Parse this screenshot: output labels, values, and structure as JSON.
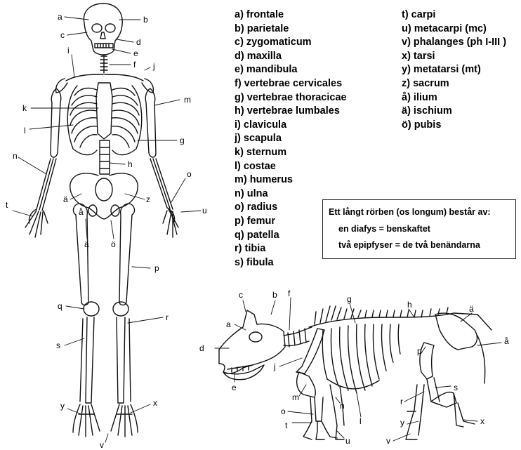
{
  "legend_left": [
    "a) frontale",
    "b) parietale",
    "c) zygomaticum",
    "d) maxilla",
    "e) mandibula",
    "f) vertebrae cervicales",
    "g) vertebrae thoracicae",
    "h) vertebrae lumbales",
    "i) clavicula",
    "j) scapula",
    "k) sternum",
    "l) costae",
    "m) humerus",
    "n) ulna",
    "o) radius",
    "p) femur",
    "q) patella",
    "r) tibia",
    "s) fibula"
  ],
  "legend_right": [
    "t) carpi",
    "u) metacarpi (mc)",
    "v) phalanges (ph I-III )",
    "x) tarsi",
    "y) metatarsi (mt)",
    "z) sacrum",
    "å) ilium",
    "ä) ischium",
    "ö) pubis"
  ],
  "info_box": {
    "title": "Ett långt rörben (os longum) består av:",
    "line1": "en diafys = benskaftet",
    "line2": "två epipfyser = de två benändarna"
  },
  "human_labels": [
    "a",
    "b",
    "c",
    "d",
    "e",
    "f",
    "i",
    "j",
    "k",
    "m",
    "l",
    "g",
    "n",
    "h",
    "o",
    "ä",
    "z",
    "t",
    "u",
    "å",
    "ä",
    "ö",
    "p",
    "q",
    "r",
    "s",
    "y",
    "x",
    "v"
  ],
  "animal_labels": [
    "c",
    "b",
    "f",
    "g",
    "h",
    "ä",
    "a",
    "d",
    "å",
    "p",
    "j",
    "e",
    "s",
    "m",
    "n",
    "r",
    "l",
    "o",
    "t",
    "u",
    "y",
    "x",
    "v"
  ]
}
